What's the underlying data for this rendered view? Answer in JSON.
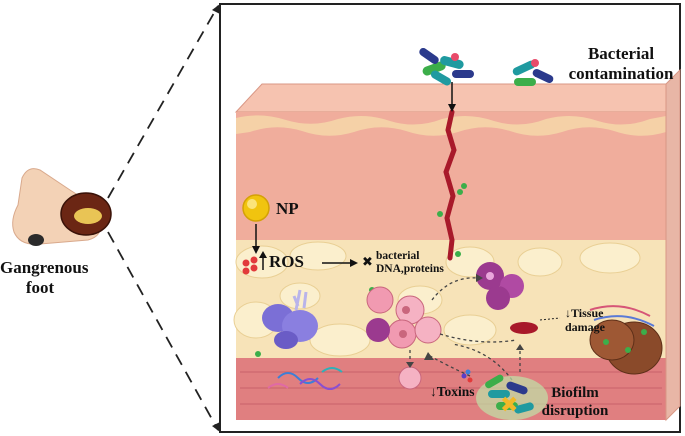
{
  "labels": {
    "gangrenous": "Gangrenous\nfoot",
    "bacterial": "Bacterial\ncontamination",
    "np": "NP",
    "ros": "ROS",
    "dna": "bacterial\nDNA,proteins",
    "tissue": "↓Tissue\ndamage",
    "toxins": "↓Toxins",
    "biofilm": "Biofilm\ndisruption"
  },
  "colors": {
    "skin_top": "#f6c3b0",
    "dermis": "#f0a99a",
    "fat": "#f6e2b6",
    "muscle": "#e07f80",
    "wound": "#a8192a",
    "np": "#f1c40f",
    "ros": "#e23a3a",
    "bacteria_teal": "#1f9aa0",
    "bacteria_green": "#3cae4a",
    "cell_purple": "#9b3a8f",
    "cell_pink": "#f19ab1"
  }
}
